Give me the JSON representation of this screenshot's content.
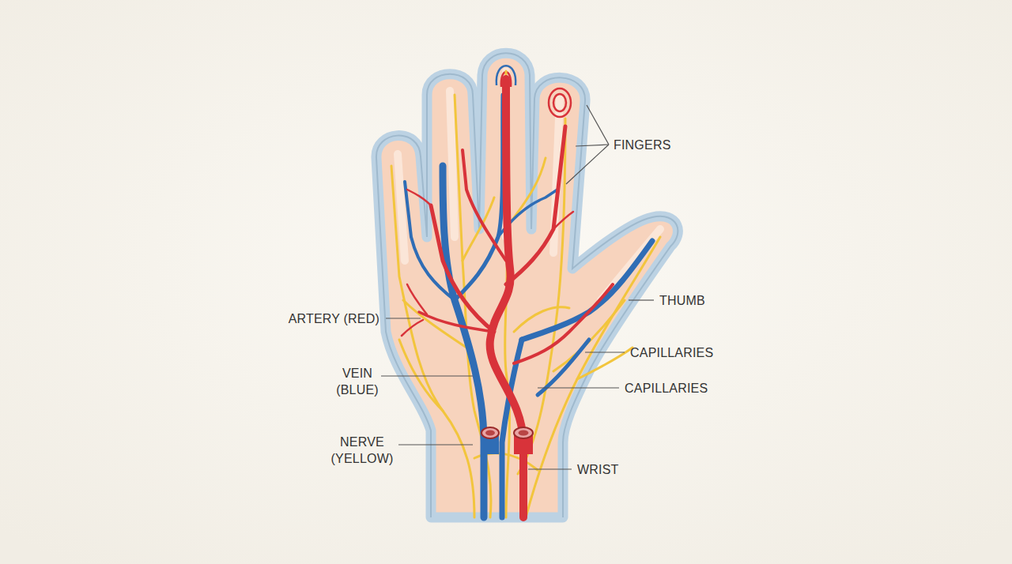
{
  "diagram": {
    "labels": [
      "FINGERS",
      "THUMB",
      "CAPILLARIES",
      "CAPILLARIES",
      "ARTERY (RED)",
      "VEIN (BLUE)",
      "NERVE (YELLOW)",
      "WRIST"
    ]
  }
}
